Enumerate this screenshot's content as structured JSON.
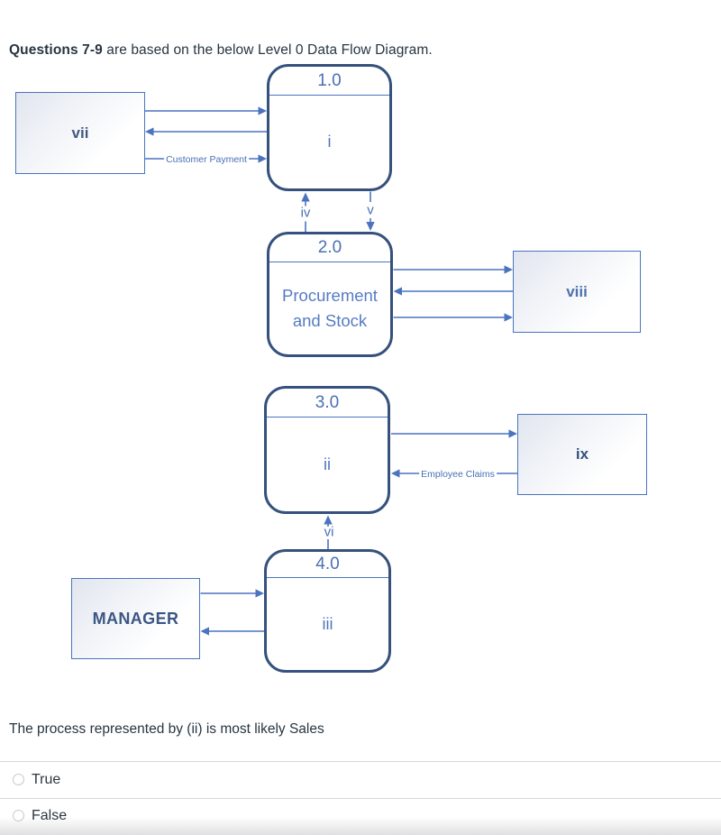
{
  "header": {
    "prefix": "Questions 7-9",
    "rest": " are based on the below Level 0 Data Flow Diagram."
  },
  "diagram": {
    "title": "Level 0 Data Flow Diagram",
    "processes": [
      {
        "number": "1.0",
        "label": "i"
      },
      {
        "number": "2.0",
        "label": "Procurement and Stock"
      },
      {
        "number": "3.0",
        "label": "ii"
      },
      {
        "number": "4.0",
        "label": "iii"
      }
    ],
    "entities": [
      {
        "label": "vii"
      },
      {
        "label": "viii"
      },
      {
        "label": "ix"
      },
      {
        "label": "MANAGER"
      }
    ],
    "flow_labels": {
      "customer_payment": "Customer Payment",
      "employee_claims": "Employee Claims",
      "iv": "iv",
      "v": "v",
      "vi": "vi"
    }
  },
  "question": "The process represented by (ii) is most likely Sales",
  "options": [
    {
      "label": "True"
    },
    {
      "label": "False"
    }
  ],
  "colors": {
    "arrow_blue": "#4a74bf",
    "process_border": "#35517c",
    "process_text": "#4a6fb5",
    "entity_text": "#3b5684",
    "body_text": "#273541",
    "divider_gray": "#d8d8d8"
  }
}
